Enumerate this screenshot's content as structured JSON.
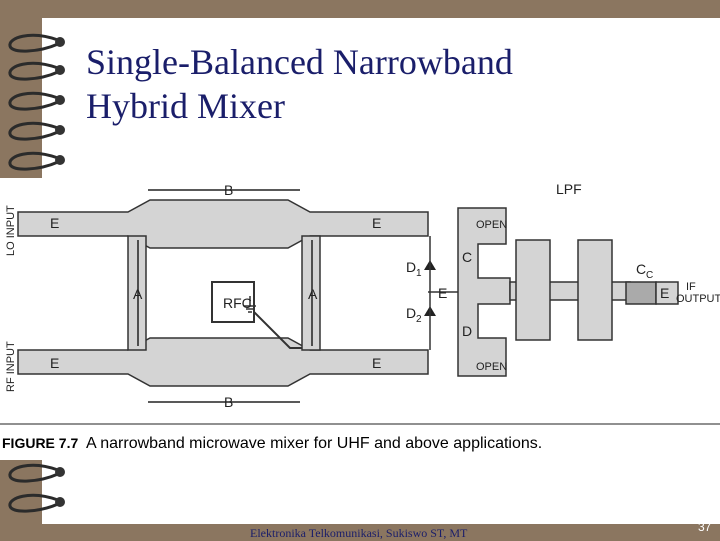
{
  "slide": {
    "title_line1": "Single-Balanced Narrowband",
    "title_line2": "Hybrid Mixer",
    "footer": "Elektronika Telkomunikasi, Sukiswo ST, MT",
    "page_number": "37"
  },
  "figure": {
    "dim_b": "B",
    "dim_a": "A",
    "port_e": "E",
    "lo_input": "LO INPUT",
    "rf_input": "RF INPUT",
    "rfc": "RFC",
    "lpf": "LPF",
    "open": "OPEN",
    "c": "C",
    "d": "D",
    "d1": "D",
    "d1_sub": "1",
    "d2": "D",
    "d2_sub": "2",
    "cc": "C",
    "cc_sub": "C",
    "if_output_1": "IF",
    "if_output_2": "OUTPUT",
    "caption_label": "FIGURE 7.7",
    "caption_text": "A narrowband microwave mixer for UHF and above applications."
  }
}
